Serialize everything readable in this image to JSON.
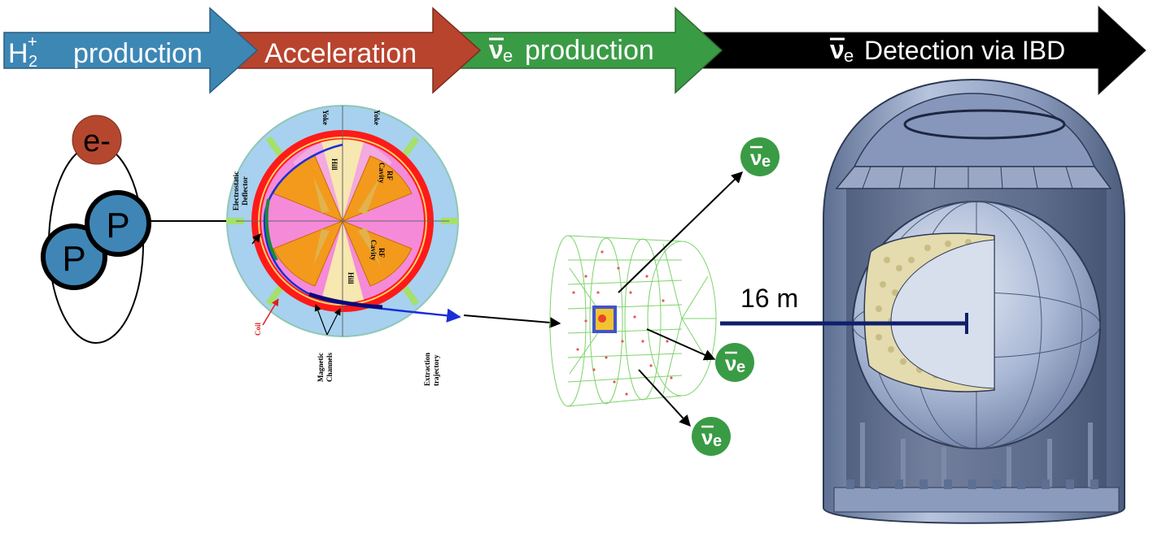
{
  "banner": {
    "stage1": {
      "label_main": "H",
      "label_sup": "+",
      "label_sub": "2",
      "label_rest": "production",
      "color": "#3d87b5"
    },
    "stage2": {
      "label": "Acceleration",
      "color": "#b8442e"
    },
    "stage3": {
      "nu_symbol": "ν",
      "nu_sub": "e",
      "label": "production",
      "color": "#3a9b45"
    },
    "stage4": {
      "nu_symbol": "ν",
      "nu_sub": "e",
      "label": "Detection via IBD",
      "color": "#000000"
    }
  },
  "molecule": {
    "electron_label": "e-",
    "proton1_label": "P",
    "proton2_label": "P",
    "electron_color": "#b5472f",
    "proton_color": "#3f86b7"
  },
  "cyclotron": {
    "labels": {
      "yoke_top_left": "Yoke",
      "yoke_top_right": "Yoke",
      "hill_top": "Hill",
      "hill_bottom": "Hill",
      "rf_cavity_top": "RF\nCavity",
      "rf_cavity_bottom": "RF\nCavity",
      "electrostatic_deflector": "Electrostatic\nDeflector",
      "coil": "Coil",
      "magnetic_channels": "Magnetic\nChannels",
      "extraction_trajectory": "Extraction\ntrajectory"
    }
  },
  "target": {
    "antineutrino_label_symbol": "ν",
    "antineutrino_label_sub": "e",
    "bubble_color": "#3a9b45"
  },
  "detector": {
    "distance_label": "16 m",
    "distance_line_color": "#0f1f6b"
  }
}
